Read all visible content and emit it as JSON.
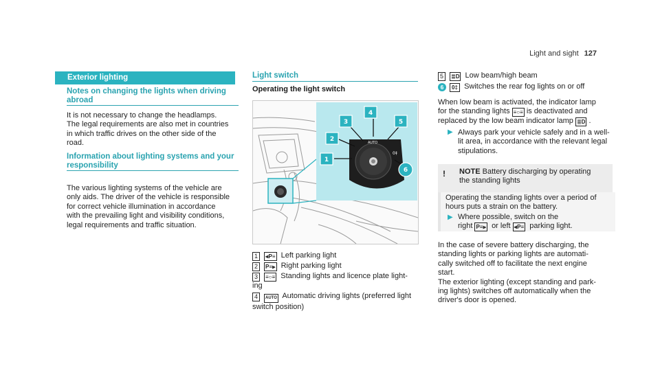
{
  "header": {
    "title": "Light and sight",
    "page": "127"
  },
  "left": {
    "section_title": "Exterior lighting",
    "sub1_line1": "Notes on changing the lights when driving",
    "sub1_line2": "abroad",
    "p1": [
      "It is not necessary to change the headlamps.",
      "The legal requirements are also met in countries",
      "in which traffic drives on the other side of the",
      "road."
    ],
    "sub2_line1": "Information about lighting systems and your",
    "sub2_line2": "responsibility",
    "p2": [
      "The various lighting systems of the vehicle are",
      "only aids. The driver of the vehicle is responsible",
      "for correct vehicle illumination in accordance",
      "with the prevailing light and visibility conditions,",
      "legal requirements and traffic situation."
    ]
  },
  "middle": {
    "sub_title": "Light switch",
    "heading": "Operating the light switch",
    "figure": {
      "callouts": [
        "1",
        "2",
        "3",
        "4",
        "5",
        "6"
      ],
      "knob_label": "AUTO"
    },
    "legend": [
      {
        "num": "1",
        "symbol": "⫷P≡",
        "text": "Left parking light"
      },
      {
        "num": "2",
        "symbol": "P≡⫸",
        "text": "Right parking light"
      },
      {
        "num": "3",
        "symbol": "≡○≡",
        "text_line1": "Standing lights and licence plate light-",
        "text_line2": "ing"
      },
      {
        "num": "4",
        "symbol": "AUTO",
        "text_line1": "Automatic driving lights (preferred light",
        "text_line2": "switch position)"
      }
    ]
  },
  "right": {
    "legend": [
      {
        "num": "5",
        "symbol": "≣D",
        "text": "Low beam/high beam"
      },
      {
        "num": "6",
        "symbol": "0‡",
        "text": "Switches the rear fog lights on or off"
      }
    ],
    "p1": [
      "When low beam is activated, the indicator lamp",
      "for the standing lights",
      "is deactivated and",
      "replaced by the low beam indicator lamp"
    ],
    "bullet1": [
      "Always park your vehicle safely and in a well-",
      "lit area, in accordance with the relevant legal",
      "stipulations."
    ],
    "note": {
      "title": "NOTE",
      "line1": "Battery discharging by operating",
      "line2": "the standing lights"
    },
    "note_body": [
      "Operating the standing lights over a period of",
      "hours puts a strain on the battery."
    ],
    "note_bullet": {
      "line1": "Where possible, switch on the",
      "line2_a": "right",
      "line2_b": "or left",
      "line2_c": "parking light."
    },
    "p2": [
      "In the case of severe battery discharging, the",
      "standing lights or parking lights are automati-",
      "cally switched off to facilitate the next engine",
      "start.",
      "The exterior lighting (except standing and park-",
      "ing lights) switches off automatically when the",
      "driver's door is opened."
    ]
  },
  "colors": {
    "accent": "#2bb3c0"
  }
}
